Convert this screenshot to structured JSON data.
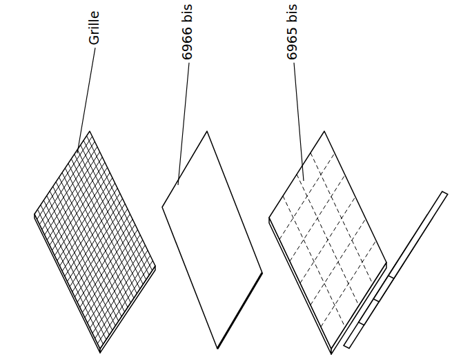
{
  "diagram": {
    "labels": [
      "Grille",
      "6966 bis",
      "6965 bis"
    ]
  }
}
